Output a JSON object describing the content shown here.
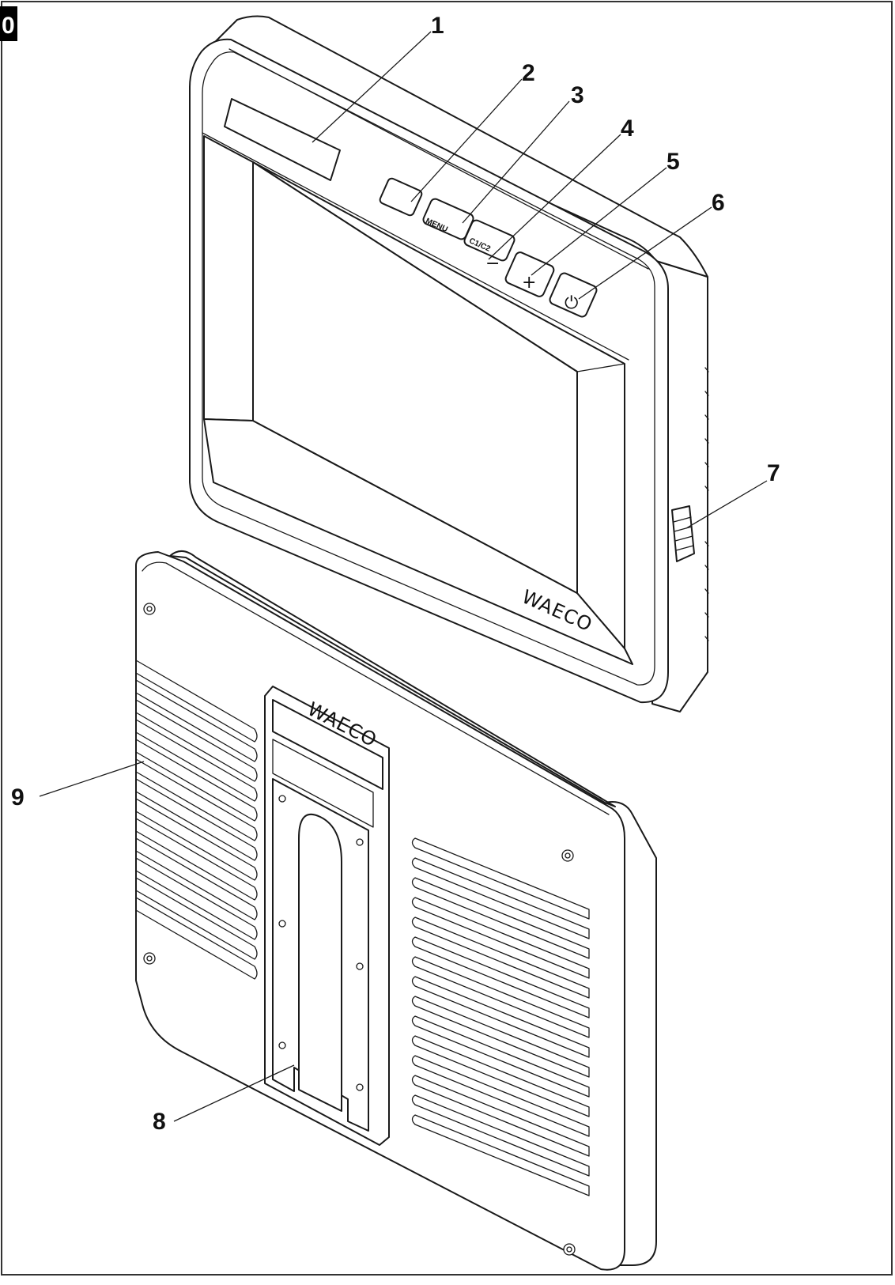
{
  "figure": {
    "tag": "0",
    "callouts": [
      "1",
      "2",
      "3",
      "4",
      "5",
      "6",
      "7",
      "8",
      "9"
    ]
  },
  "monitor": {
    "brand": "WAECO",
    "button_labels": [
      "MENU",
      "C1/C2",
      "−",
      "+",
      "⏻"
    ]
  },
  "back_unit": {
    "brand": "WAECO"
  }
}
